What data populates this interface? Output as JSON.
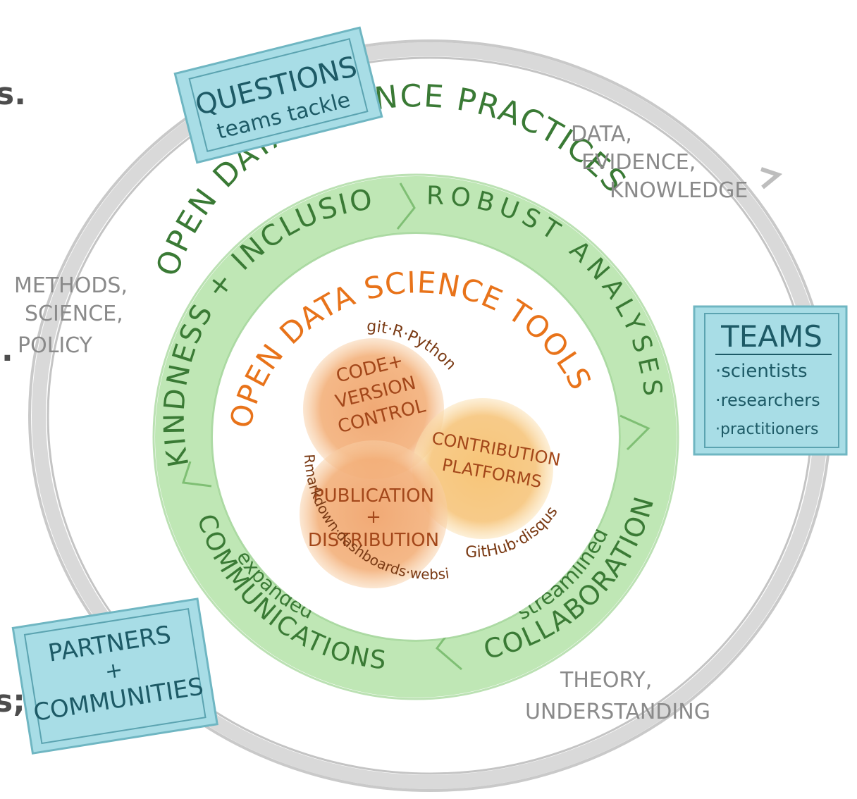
{
  "fragments": {
    "top": "s.",
    "middle": ".",
    "bottom": "s;"
  },
  "questions_box": {
    "title": "QUESTIONS",
    "subtitle": "teams tackle"
  },
  "teams_box": {
    "title": "TEAMS",
    "items": [
      "·scientists",
      "·researchers",
      "·practitioners"
    ]
  },
  "partners_box": {
    "line1": "PARTNERS",
    "line2": "+",
    "line3": "COMMUNITIES"
  },
  "outer_labels": {
    "data": [
      "DATA,",
      "EVIDENCE,",
      "KNOWLEDGE"
    ],
    "methods": [
      "METHODS,",
      "SCIENCE,",
      "POLICY"
    ],
    "theory": [
      "THEORY,",
      "UNDERSTANDING"
    ]
  },
  "practices": {
    "title": "OPEN DATA SCIENCE PRACTICES",
    "kindness": "KINDNESS + INCLUSION",
    "robust": "ROBUST ANALYSES",
    "collab_small": "streamlined",
    "collab": "COLLABORATION",
    "comm_small": "expanded",
    "comm": "COMMUNICATIONS"
  },
  "tools": {
    "title": "OPEN DATA SCIENCE TOOLS",
    "code": [
      "CODE+",
      "VERSION",
      "CONTROL"
    ],
    "code_tools": "git·R·Python",
    "contrib": [
      "CONTRIBUTION",
      "PLATFORMS"
    ],
    "contrib_tools": "GitHub·disqus",
    "pub": [
      "PUBLICATION",
      "+",
      "DISTRIBUTION"
    ],
    "pub_tools": "Rmarkdown·dashboards·websites"
  },
  "colors": {
    "gray_ring": "#d6d6d6",
    "green_ring": "#a9dca0",
    "green_text": "#3a7a35",
    "orange_text": "#e8731a",
    "blue_box": "#a8dde6",
    "blue_text": "#1d5a66"
  }
}
